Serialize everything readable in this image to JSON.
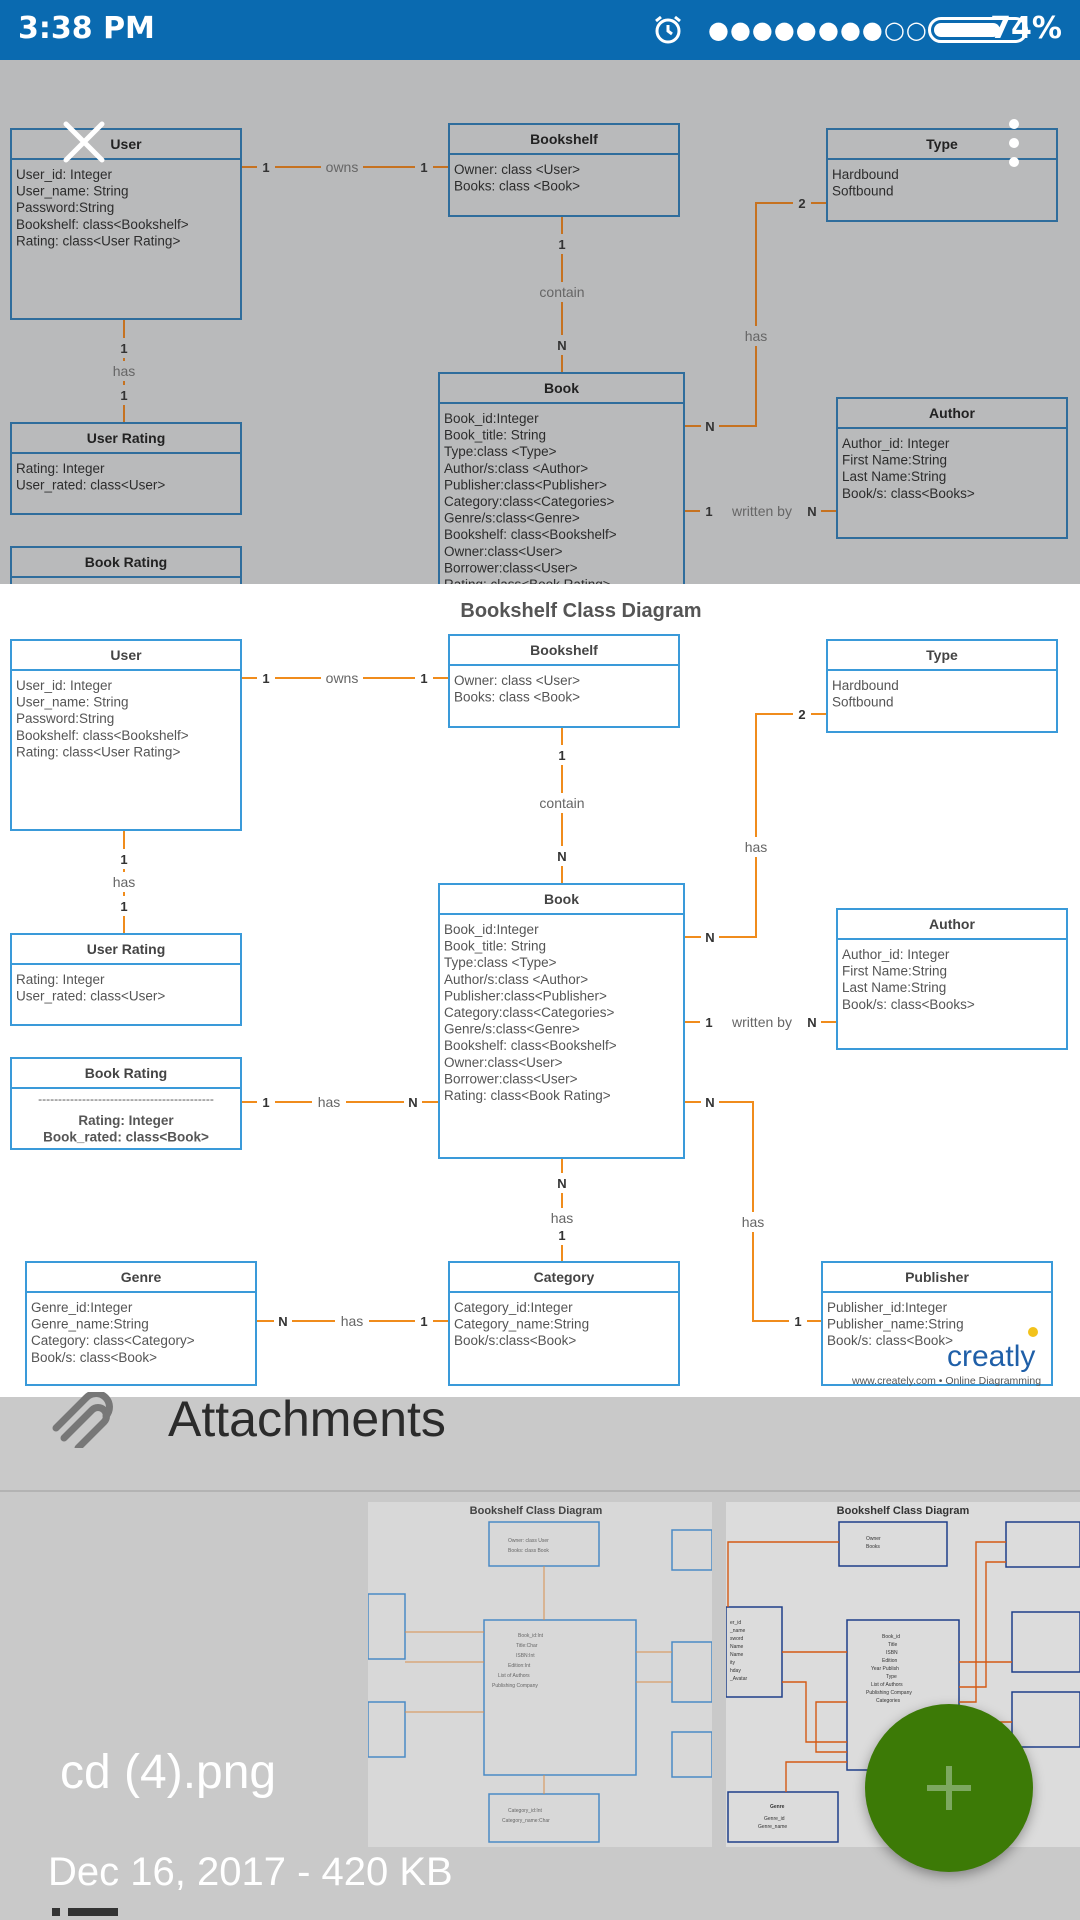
{
  "status_bar": {
    "time": "3:38 PM",
    "battery_percent": "74%",
    "signal_1": "●●●●●",
    "signal_2": "●●●○○",
    "battery_level": 0.74
  },
  "viewer": {
    "close_icon": "close-icon",
    "more_icon": "more-vert-icon"
  },
  "diagram": {
    "title": "Bookshelf Class Diagram",
    "classes": {
      "user": {
        "name": "User",
        "fields": [
          "User_id: Integer",
          "User_name: String",
          "Password:String",
          "Bookshelf: class<Bookshelf>",
          "Rating: class<User Rating>"
        ]
      },
      "bookshelf": {
        "name": "Bookshelf",
        "fields": [
          "Owner: class <User>",
          "Books: class <Book>"
        ]
      },
      "type": {
        "name": "Type",
        "fields": [
          "Hardbound",
          "Softbound"
        ]
      },
      "user_rating": {
        "name": "User Rating",
        "fields": [
          "Rating: Integer",
          "User_rated: class<User>"
        ]
      },
      "book": {
        "name": "Book",
        "fields": [
          "Book_id:Integer",
          "Book_title: String",
          "Type:class <Type>",
          "Author/s:class <Author>",
          "Publisher:class<Publisher>",
          "Category:class<Categories>",
          "Genre/s:class<Genre>",
          "Bookshelf: class<Bookshelf>",
          "Owner:class<User>",
          "Borrower:class<User>",
          "Rating: class<Book Rating>"
        ]
      },
      "author": {
        "name": "Author",
        "fields": [
          "Author_id: Integer",
          "First Name:String",
          "Last Name:String",
          "Book/s: class<Books>"
        ]
      },
      "book_rating": {
        "name": "Book Rating",
        "separator": "--------------------------------------------",
        "fields": [
          "Rating: Integer",
          "Book_rated: class<Book>"
        ]
      },
      "genre": {
        "name": "Genre",
        "fields": [
          "Genre_id:Integer",
          "Genre_name:String",
          "Category: class<Category>",
          "Book/s: class<Book>"
        ]
      },
      "category": {
        "name": "Category",
        "fields": [
          "Category_id:Integer",
          "Category_name:String",
          "Book/s:class<Book>"
        ]
      },
      "publisher": {
        "name": "Publisher",
        "fields": [
          "Publisher_id:Integer",
          "Publisher_name:String",
          "Book/s: class<Book>"
        ]
      }
    },
    "relations": {
      "owns": "owns",
      "contain": "contain",
      "has": "has",
      "written_by": "written by",
      "one": "1",
      "two": "2",
      "many": "N"
    },
    "watermark": {
      "brand_prefix": "creat",
      "brand_suffix": "ly",
      "tagline": "www.creately.com • Online Diagramming"
    },
    "colors": {
      "class_border": "#3a9ad9",
      "connector": "#f08c1c",
      "brand": "#1f5fa8",
      "bulb": "#f2c21b"
    }
  },
  "attachments": {
    "title": "Attachments",
    "icon": "paperclip-icon",
    "file_name": "cd (4).png",
    "file_meta": "Dec 16, 2017 - 420 KB",
    "thumb1_title": "Bookshelf Class Diagram",
    "thumb2_title": "Bookshelf Class Diagram"
  },
  "fab": {
    "icon": "plus-icon"
  },
  "activity": {
    "icon": "list-icon"
  }
}
